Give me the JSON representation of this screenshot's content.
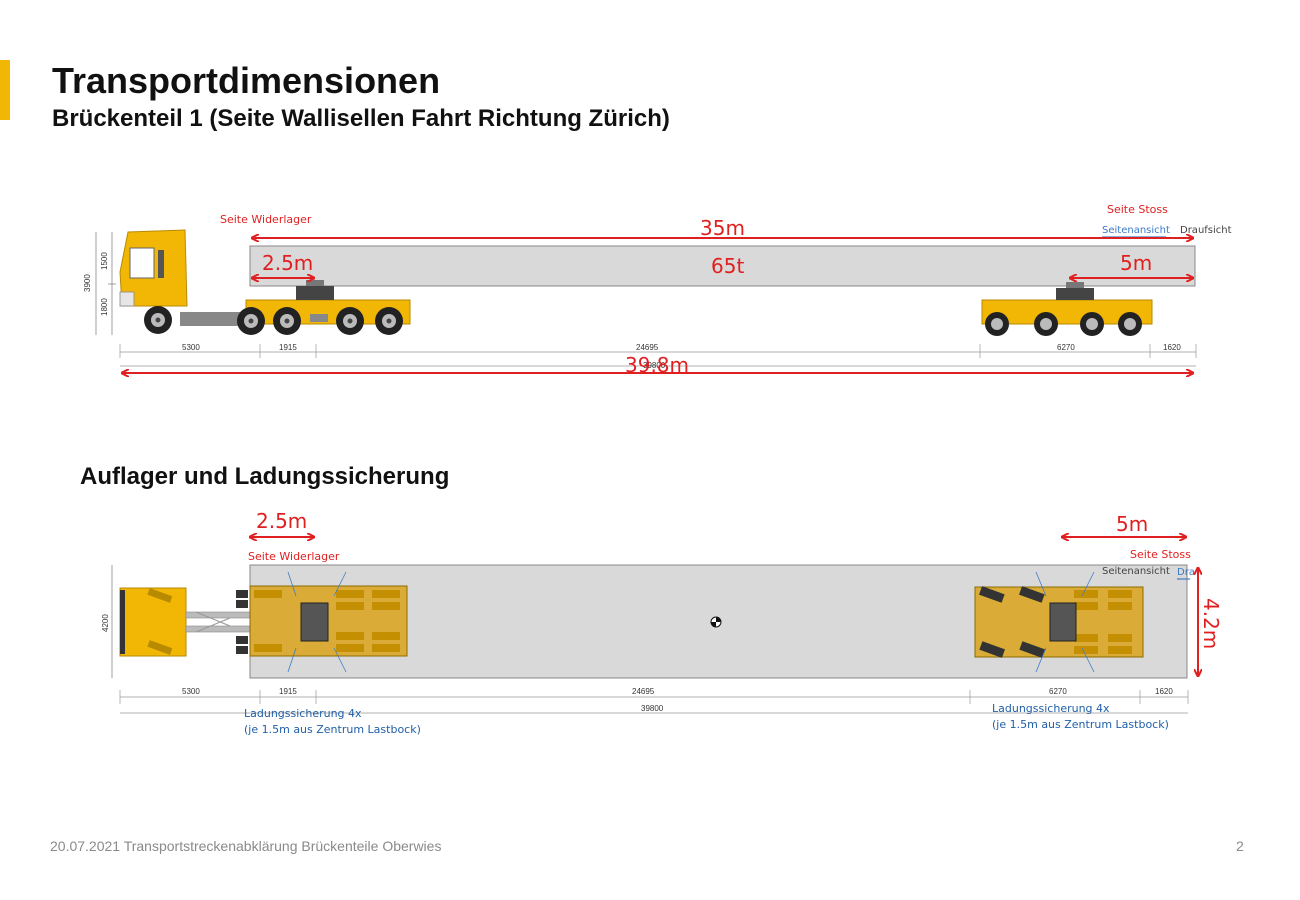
{
  "header": {
    "title": "Transportdimensionen",
    "subtitle": "Brückenteil 1 (Seite Wallisellen Fahrt Richtung Zürich)"
  },
  "side_view": {
    "label_widerlager": "Seite Widerlager",
    "label_stoss": "Seite Stoss",
    "tab_side": "Seitenansicht",
    "tab_top": "Draufsicht",
    "beam_length": "35m",
    "weight": "65t",
    "overhang_left": "2.5m",
    "overhang_right": "5m",
    "total_length": "39.8m",
    "dim_height_total": "3900",
    "dim_height_upper": "1500",
    "dim_height_lower": "1800",
    "dim_a": "5300",
    "dim_b": "1915",
    "dim_c": "24695",
    "dim_d": "6270",
    "dim_e": "1620",
    "dim_total": "39800"
  },
  "top_view": {
    "section_title": "Auflager und Ladungssicherung",
    "overhang_left": "2.5m",
    "overhang_right": "5m",
    "label_widerlager": "Seite Widerlager",
    "label_stoss": "Seite Stoss",
    "tab_side": "Seitenansicht",
    "tab_top": "Dra",
    "width": "4.2m",
    "dim_width": "4200",
    "dim_a": "5300",
    "dim_b": "1915",
    "dim_c": "24695",
    "dim_d": "6270",
    "dim_e": "1620",
    "dim_total": "39800",
    "note_left_1": "Ladungssicherung 4x",
    "note_left_2": "(je 1.5m aus Zentrum Lastbock)",
    "note_right_1": "Ladungssicherung 4x",
    "note_right_2": "(je 1.5m aus Zentrum Lastbock)"
  },
  "footer": {
    "text": "20.07.2021 Transportstreckenabklärung Brückenteile Oberwies",
    "page": "2"
  },
  "colors": {
    "accent": "#f2b705",
    "vehicle": "#f2b705",
    "beam": "#d9d9d9",
    "annotation_red": "#e02020",
    "note_blue": "#1f5fa8"
  }
}
